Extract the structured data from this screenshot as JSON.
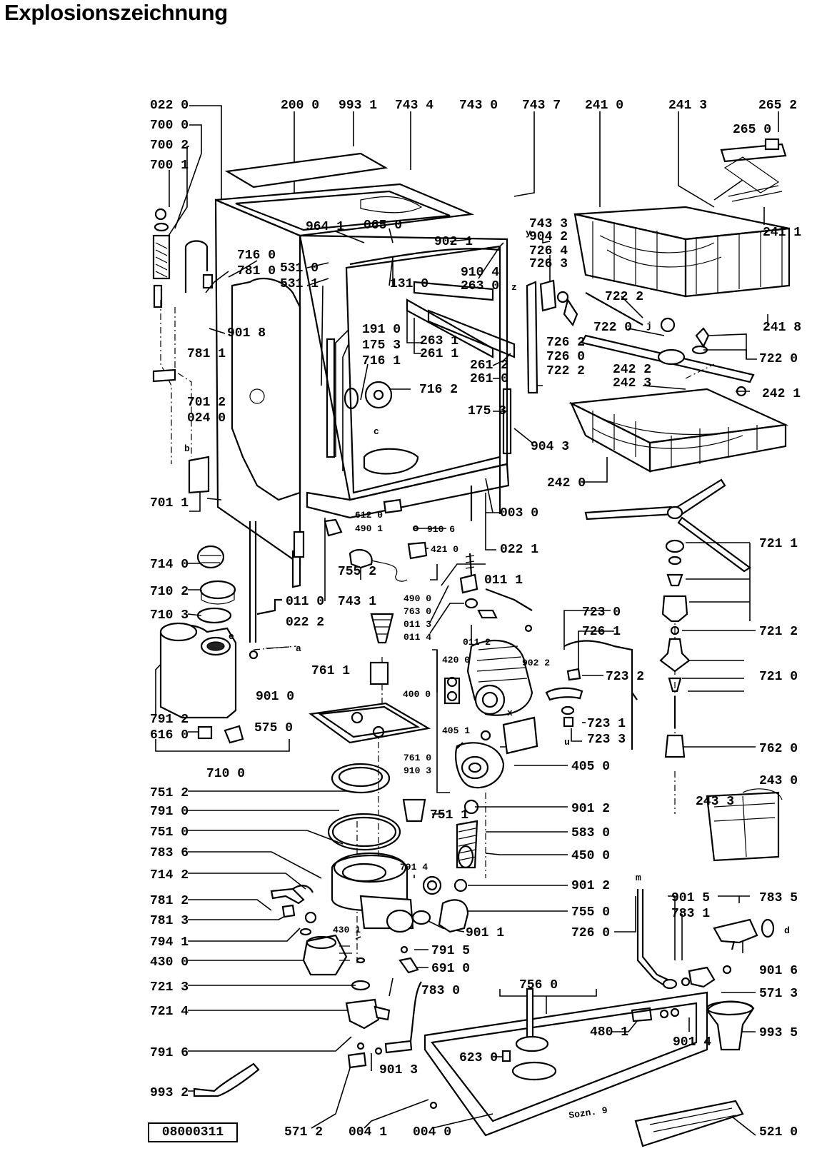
{
  "title": "Explosionszeichnung",
  "drawing_number": "08000311",
  "diagram": {
    "stamp_text": "Sozn. 9",
    "part_labels": [
      "022 0",
      "200 0",
      "993 1",
      "743 4",
      "743 0",
      "743 7",
      "241 0",
      "241 3",
      "265 2",
      "700 0",
      "700 2",
      "700 1",
      "265 0",
      "743 3",
      "904 2",
      "726 4",
      "726 3",
      "241 1",
      "964 1",
      "065 0",
      "902 1",
      "716 0",
      "781 0",
      "531 0",
      "531 1",
      "131 0",
      "910 4",
      "263 0",
      "722 2",
      "722 0",
      "241 8",
      "901 8",
      "191 0",
      "175 3",
      "263 1",
      "261 1",
      "261 2",
      "261 0",
      "726 2",
      "726 0",
      "722 2",
      "722 0",
      "781 1",
      "716 1",
      "716 2",
      "701 2",
      "024 0",
      "242 2",
      "242 3",
      "242 1",
      "175 3",
      "904 3",
      "242 0",
      "701 1",
      "612 0",
      "490 1",
      "910 6",
      "003 0",
      "421 0",
      "022 1",
      "721 1",
      "714 0",
      "755 2",
      "743 1",
      "011 0",
      "011 1",
      "710 2",
      "490 0",
      "763 0",
      "011 3",
      "011 4",
      "011 2",
      "710 3",
      "022 2",
      "723 0",
      "726 1",
      "721 2",
      "902 2",
      "761 1",
      "420 0",
      "723 2",
      "721 0",
      "400 0",
      "901 0",
      "791 2",
      "616 0",
      "575 0",
      "723 1",
      "723 3",
      "405 1",
      "761 0",
      "910 3",
      "762 0",
      "710 0",
      "405 0",
      "243 0",
      "751 2",
      "243 3",
      "751 1",
      "791 0",
      "901 2",
      "583 0",
      "751 0",
      "450 0",
      "783 6",
      "791 4",
      "714 2",
      "901 2",
      "781 2",
      "755 0",
      "781 3",
      "901 1",
      "794 1",
      "430 1",
      "791 5",
      "430 0",
      "691 0",
      "726 0",
      "901 5",
      "783 1",
      "783 5",
      "901 6",
      "571 3",
      "721 3",
      "756 0",
      "721 4",
      "783 0",
      "480 1",
      "901 4",
      "993 5",
      "791 6",
      "623 0",
      "901 3",
      "993 2",
      "571 2",
      "004 1",
      "004 0",
      "521 0"
    ],
    "letter_marks": [
      "a",
      "b",
      "c",
      "d",
      "e",
      "m",
      "u",
      "x",
      "y",
      "z",
      "j"
    ]
  }
}
